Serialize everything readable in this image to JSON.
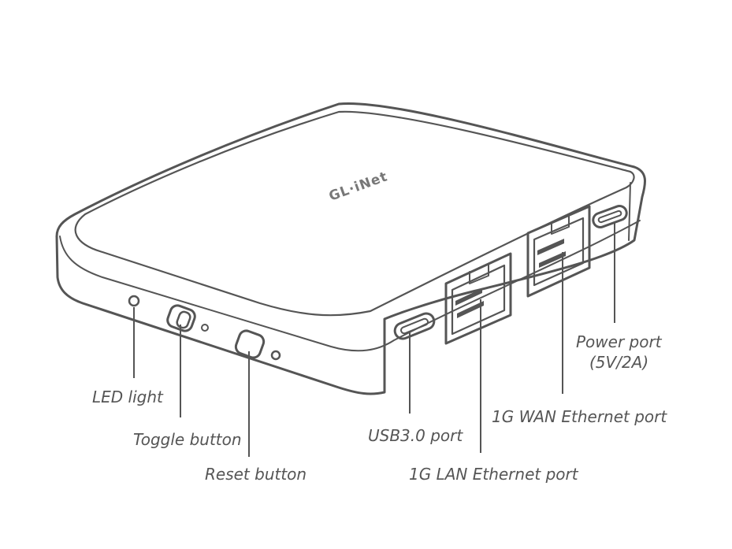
{
  "brand": {
    "logo_text": "GL·iNet"
  },
  "labels": {
    "led": "LED light",
    "toggle": "Toggle button",
    "reset": "Reset button",
    "usb": "USB3.0 port",
    "lan": "1G LAN Ethernet port",
    "wan": "1G WAN Ethernet port",
    "power_line1": "Power port",
    "power_line2": "(5V/2A)"
  },
  "colors": {
    "line": "#555555",
    "label": "#555555",
    "background": "#ffffff"
  }
}
